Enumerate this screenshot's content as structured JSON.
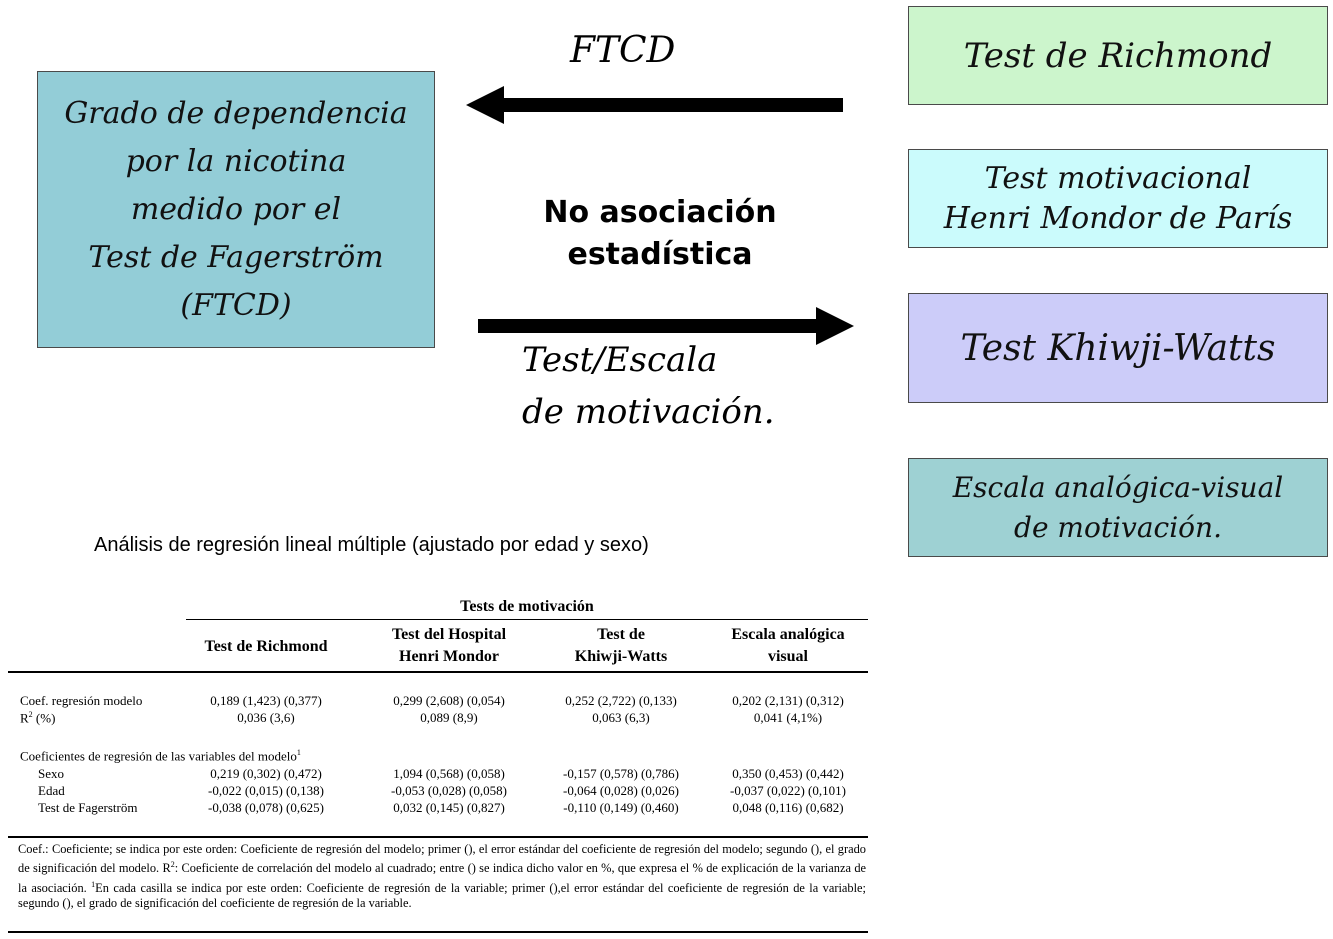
{
  "diagram": {
    "main_box": {
      "lines": [
        "Grado de dependencia",
        "por la nicotina",
        "medido por el",
        "Test de Fagerström",
        "(FTCD)"
      ],
      "color": "#93cdd7"
    },
    "arrow_top_label": "FTCD",
    "center_text": [
      "No asociación",
      "estadística"
    ],
    "arrow_bottom_label": [
      "Test/Escala",
      "de motivación."
    ],
    "right_boxes": [
      {
        "lines": [
          "Test de Richmond"
        ],
        "color": "#ccf5cc"
      },
      {
        "lines": [
          "Test motivacional",
          "Henri Mondor de París"
        ],
        "color": "#cbfbfc"
      },
      {
        "lines": [
          "Test Khiwji-Watts"
        ],
        "color": "#ccccf9"
      },
      {
        "lines": [
          "Escala analógica-visual",
          "de motivación."
        ],
        "color": "#9ed1d3"
      }
    ]
  },
  "analysis_title": "Análisis de regresión lineal múltiple (ajustado por edad y sexo)",
  "table": {
    "group_header": "Tests de motivación",
    "columns": [
      [
        "Test de Richmond"
      ],
      [
        "Test del Hospital",
        "Henri Mondor"
      ],
      [
        "Test de",
        "Khiwji-Watts"
      ],
      [
        "Escala analógica",
        "visual"
      ]
    ],
    "model_rows": [
      {
        "label": "Coef. regresión modelo",
        "values": [
          "0,189 (1,423) (0,377)",
          "0,299 (2,608) (0,054)",
          "0,252 (2,722) (0,133)",
          "0,202 (2,131) (0,312)"
        ]
      },
      {
        "label_main": "R",
        "label_sup": "2",
        "label_rest": " (%)",
        "values": [
          "0,036 (3,6)",
          "0,089 (8,9)",
          "0,063 (6,3)",
          "0,041 (4,1%)"
        ]
      }
    ],
    "section_label": "Coeficientes de regresión de las variables del modelo",
    "section_sup": "1",
    "var_rows": [
      {
        "label": "Sexo",
        "values": [
          "0,219 (0,302) (0,472)",
          "1,094 (0,568) (0,058)",
          "-0,157 (0,578) (0,786)",
          "0,350 (0,453) (0,442)"
        ]
      },
      {
        "label": "Edad",
        "values": [
          "-0,022 (0,015) (0,138)",
          "-0,053 (0,028) (0,058)",
          "-0,064 (0,028) (0,026)",
          "-0,037 (0,022) (0,101)"
        ]
      },
      {
        "label": "Test de Fagerström",
        "values": [
          "-0,038 (0,078) (0,625)",
          "0,032 (0,145) (0,827)",
          "-0,110 (0,149) (0,460)",
          "0,048 (0,116) (0,682)"
        ]
      }
    ],
    "footnote": {
      "part1": "Coef.: Coeficiente; se indica por este orden: Coeficiente de regresión del modelo; primer (), el error estándar del coeficiente de regresión del modelo; segundo (), el grado de significación del modelo. R",
      "sup1": "2",
      "part2": ": Coeficiente de correlación del modelo al cuadrado; entre () se indica dicho valor en %, que expresa el % de explicación de la varianza de la asociación. ",
      "sup2": "1",
      "part3": "En cada casilla se indica por este orden: Coeficiente de regresión de la variable; primer (),el error estándar del coeficiente de regresión de la variable; segundo (), el grado de significación del coeficiente de regresión de la variable."
    }
  }
}
